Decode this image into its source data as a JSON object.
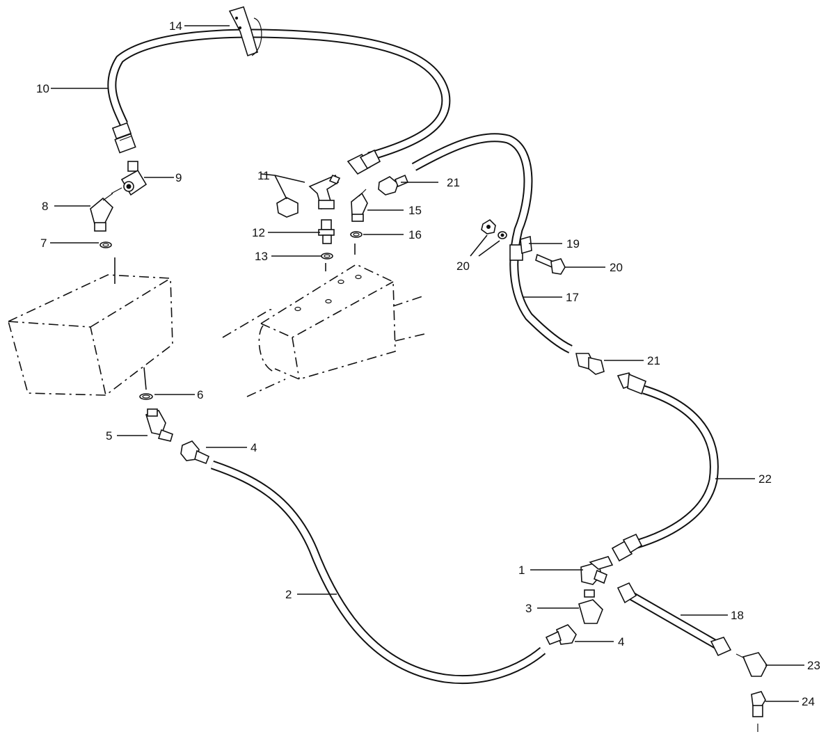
{
  "callouts": [
    {
      "key": "c1",
      "text": "1"
    },
    {
      "key": "c2",
      "text": "2"
    },
    {
      "key": "c3",
      "text": "3"
    },
    {
      "key": "c4a",
      "text": "4"
    },
    {
      "key": "c4b",
      "text": "4"
    },
    {
      "key": "c5",
      "text": "5"
    },
    {
      "key": "c6",
      "text": "6"
    },
    {
      "key": "c7",
      "text": "7"
    },
    {
      "key": "c8",
      "text": "8"
    },
    {
      "key": "c9",
      "text": "9"
    },
    {
      "key": "c10",
      "text": "10"
    },
    {
      "key": "c11",
      "text": "11"
    },
    {
      "key": "c12",
      "text": "12"
    },
    {
      "key": "c13",
      "text": "13"
    },
    {
      "key": "c14",
      "text": "14"
    },
    {
      "key": "c15",
      "text": "15"
    },
    {
      "key": "c16",
      "text": "16"
    },
    {
      "key": "c17",
      "text": "17"
    },
    {
      "key": "c18",
      "text": "18"
    },
    {
      "key": "c19",
      "text": "19"
    },
    {
      "key": "c20a",
      "text": "20"
    },
    {
      "key": "c20b",
      "text": "20"
    },
    {
      "key": "c21a",
      "text": "21"
    },
    {
      "key": "c21b",
      "text": "21"
    },
    {
      "key": "c22",
      "text": "22"
    },
    {
      "key": "c23",
      "text": "23"
    },
    {
      "key": "c24",
      "text": "24"
    }
  ]
}
